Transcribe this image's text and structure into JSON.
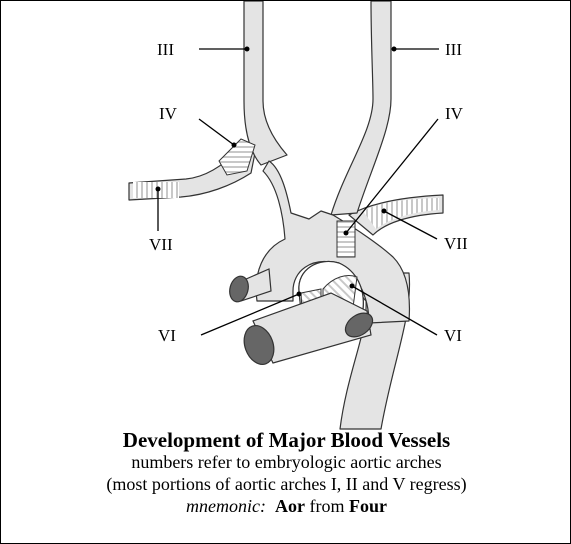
{
  "labels": {
    "iii_left": "III",
    "iii_right": "III",
    "iv_left": "IV",
    "iv_right": "IV",
    "vii_left": "VII",
    "vii_right": "VII",
    "vi_left": "VI",
    "vi_right": "VI"
  },
  "caption": {
    "title": "Development of Major Blood Vessels",
    "line1": "numbers refer to embryologic aortic arches",
    "line2": "(most portions of aortic arches I, II and V regress)",
    "mnemonic_label": "mnemonic:",
    "mnemonic_word1": "Aor",
    "mnemonic_from": "from",
    "mnemonic_word2": "Four"
  },
  "colors": {
    "vessel_fill": "#e4e4e4",
    "vessel_stroke": "#333333",
    "vessel_end": "#666666",
    "stripe": "#c8c8c8"
  }
}
